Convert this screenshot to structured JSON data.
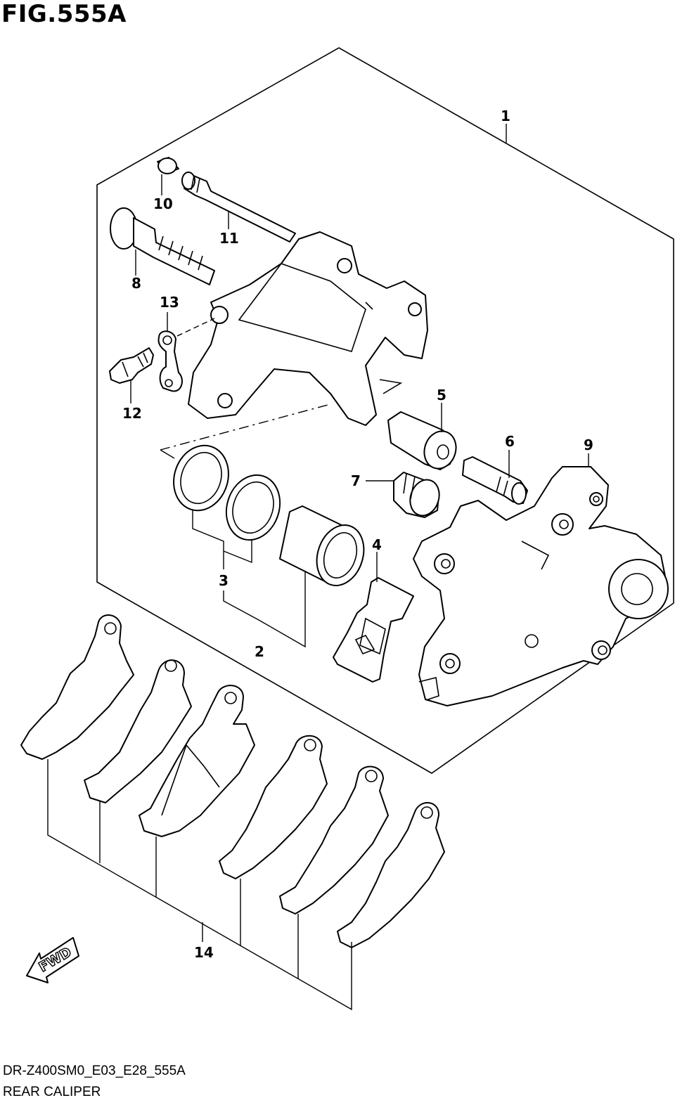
{
  "figure": {
    "title": "FIG.555A",
    "code": "DR-Z400SM0_E03_E28_555A",
    "name": "REAR CALIPER"
  },
  "callouts": {
    "p1": "1",
    "p2": "2",
    "p3": "3",
    "p4": "4",
    "p5": "5",
    "p6": "6",
    "p7": "7",
    "p8": "8",
    "p9": "9",
    "p10": "10",
    "p11": "11",
    "p12": "12",
    "p13": "13",
    "p14": "14"
  },
  "direction_indicator": {
    "label": "FWD",
    "icon": "forward-arrow-icon"
  }
}
